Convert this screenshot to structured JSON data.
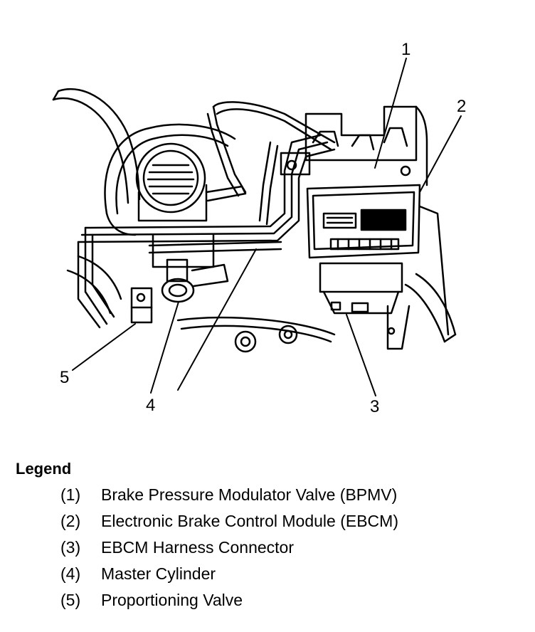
{
  "diagram": {
    "callouts": [
      "1",
      "2",
      "3",
      "4",
      "5"
    ]
  },
  "legend": {
    "title": "Legend",
    "items": [
      {
        "num": "(1)",
        "label": "Brake Pressure Modulator Valve (BPMV)"
      },
      {
        "num": "(2)",
        "label": "Electronic Brake Control Module (EBCM)"
      },
      {
        "num": "(3)",
        "label": "EBCM Harness Connector"
      },
      {
        "num": "(4)",
        "label": "Master Cylinder"
      },
      {
        "num": "(5)",
        "label": "Proportioning Valve"
      }
    ]
  }
}
